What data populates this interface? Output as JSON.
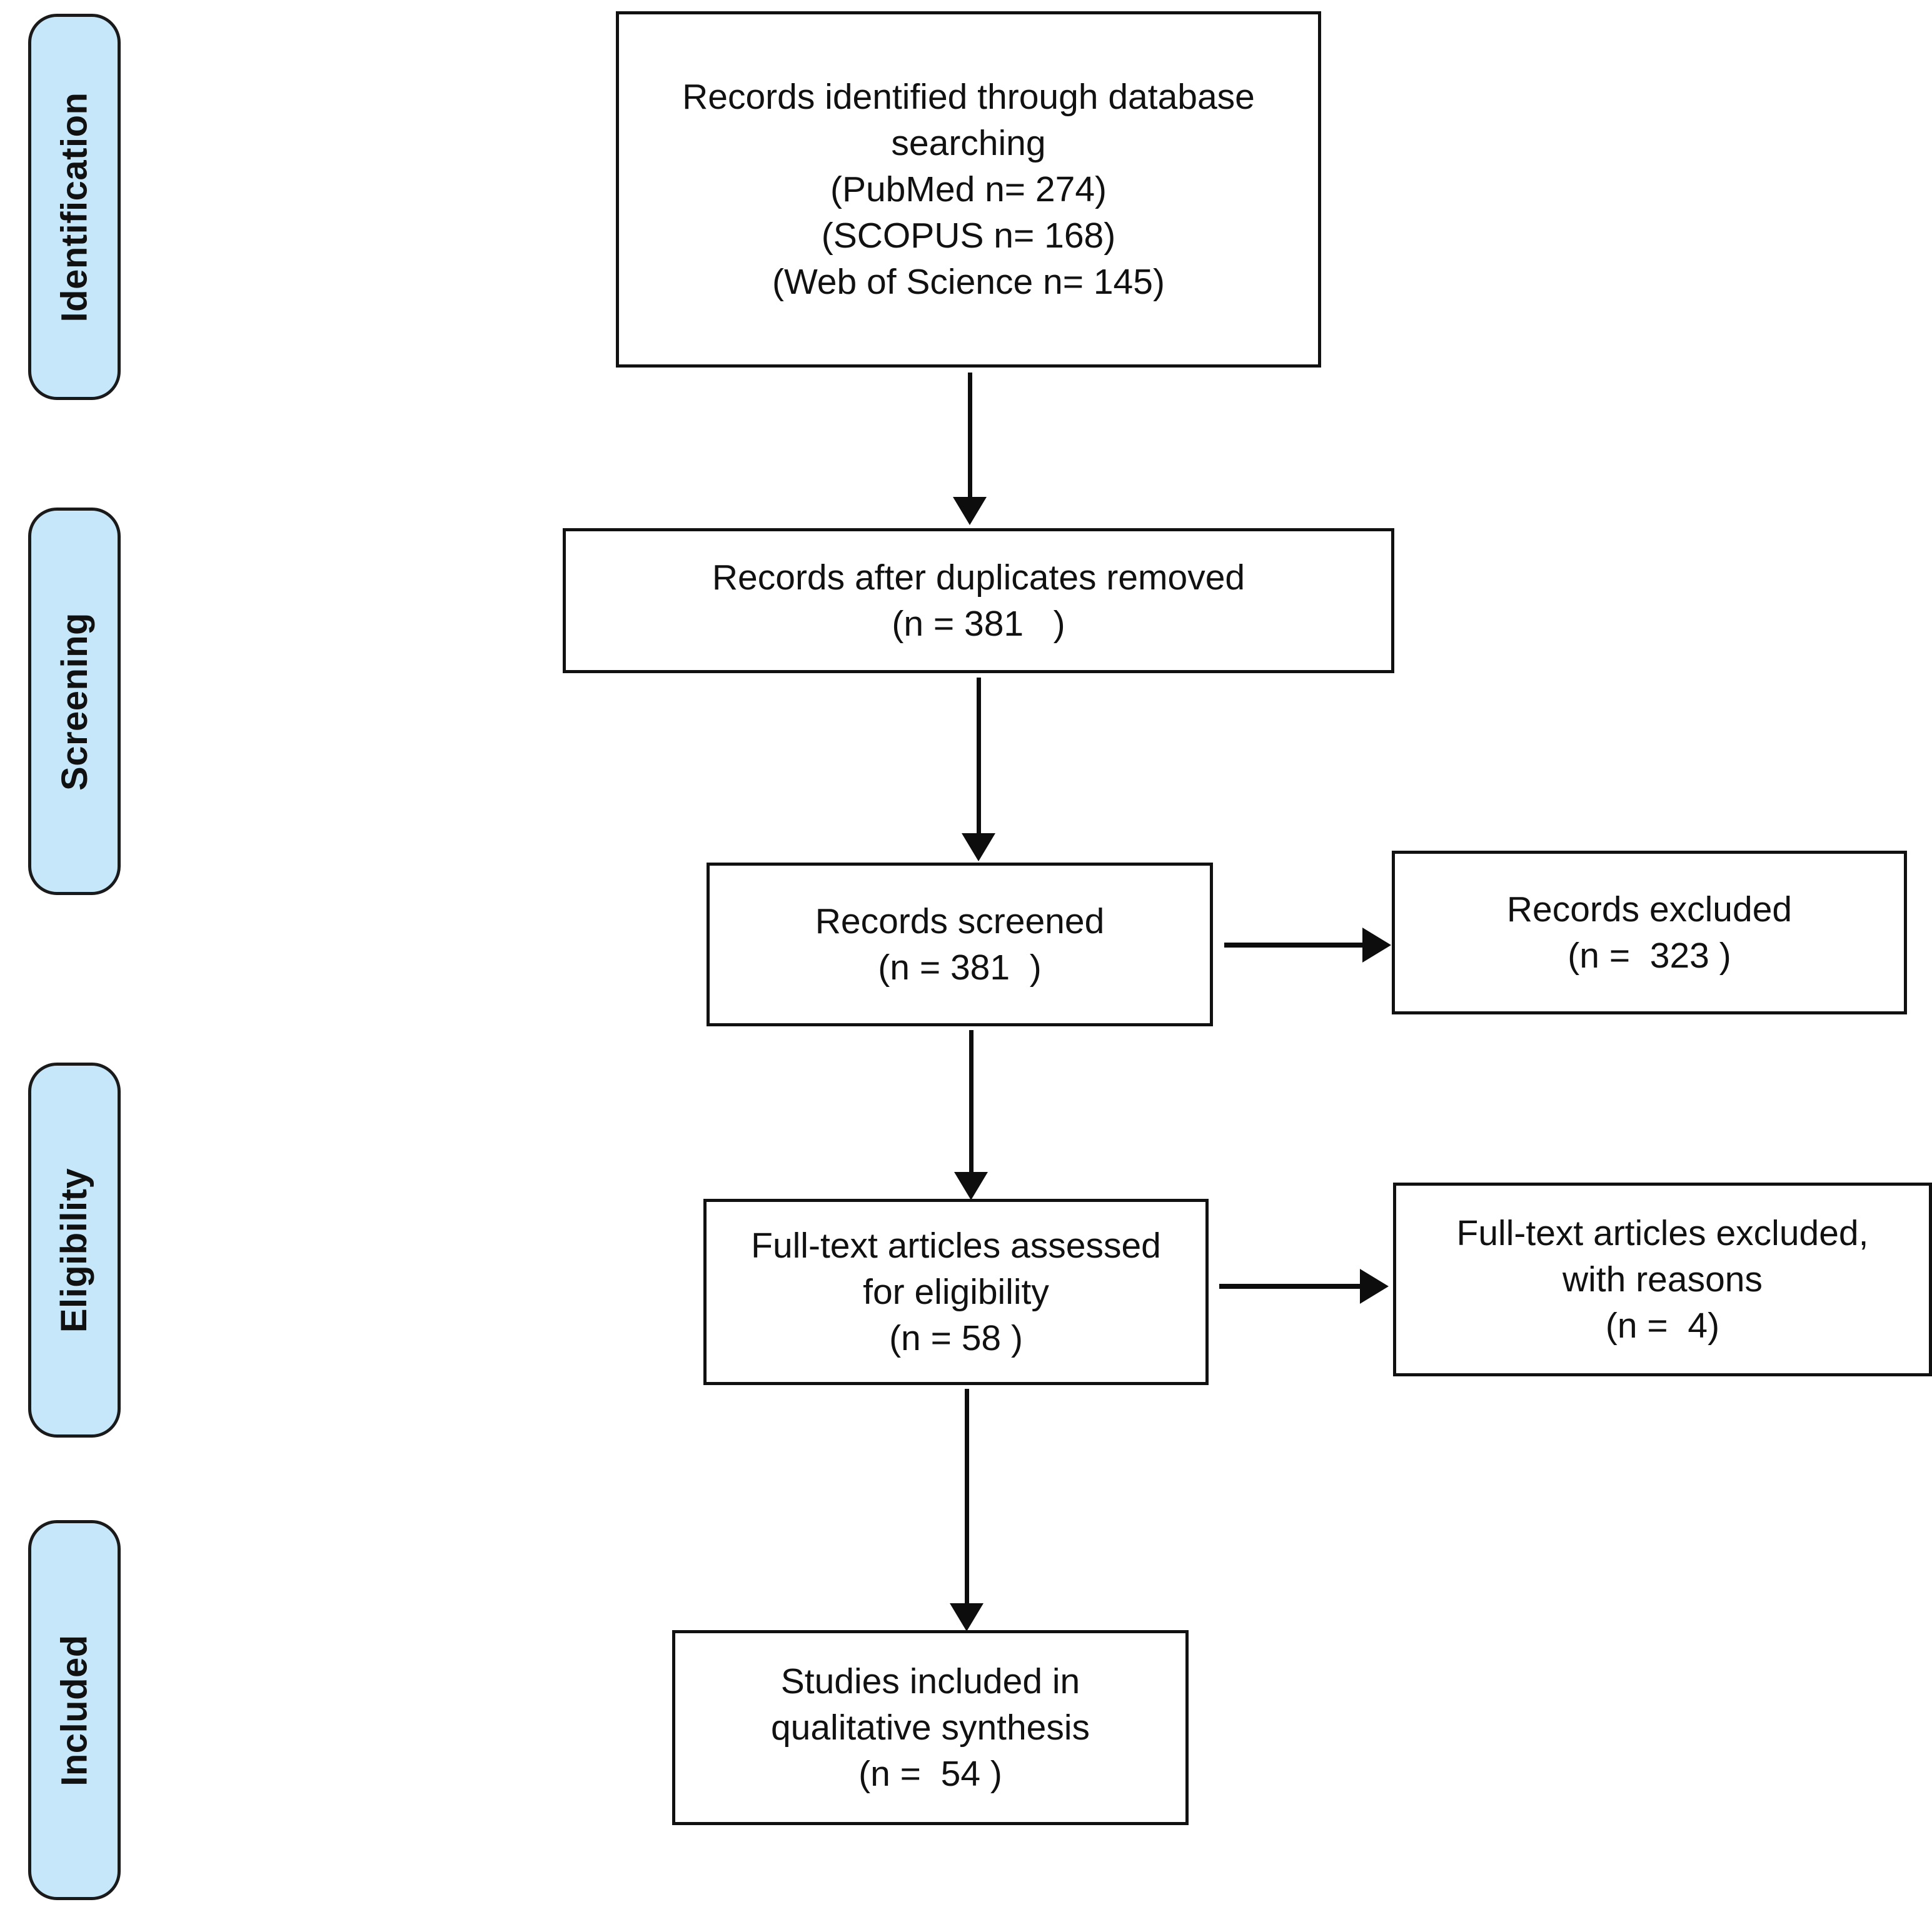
{
  "diagram": {
    "title": "PRISMA flow diagram",
    "accent_color": "#c5e7f9",
    "border_color": "#111111",
    "arrow_color": "#0d0d0d",
    "background_color": "#ffffff"
  },
  "stages": [
    {
      "id": "identification",
      "label": "Identification"
    },
    {
      "id": "screening",
      "label": "Screening"
    },
    {
      "id": "eligibility",
      "label": "Eligibility"
    },
    {
      "id": "included",
      "label": "Included"
    }
  ],
  "boxes": {
    "identified": {
      "lines": [
        "Records identified through database",
        "searching",
        "(PubMed n= 274)",
        "(SCOPUS n= 168)",
        "(Web of Science n= 145)"
      ]
    },
    "after_duplicates": {
      "lines": [
        "Records after duplicates removed",
        "(n = 381   )"
      ]
    },
    "screened": {
      "lines": [
        "Records screened",
        "(n = 381  )"
      ]
    },
    "records_excluded": {
      "lines": [
        "Records excluded",
        "(n =  323 )"
      ]
    },
    "fulltext_assessed": {
      "lines": [
        "Full-text articles assessed",
        "for eligibility",
        "(n = 58 )"
      ]
    },
    "fulltext_excluded": {
      "lines": [
        "Full-text articles excluded,",
        "with reasons",
        "(n =  4)"
      ]
    },
    "included_studies": {
      "lines": [
        "Studies included in",
        "qualitative synthesis",
        "(n =  54 )"
      ]
    }
  },
  "counts": {
    "pubmed": 274,
    "scopus": 168,
    "web_of_science": 145,
    "after_duplicates": 381,
    "screened": 381,
    "records_excluded": 323,
    "fulltext_assessed": 58,
    "fulltext_excluded": 4,
    "included_studies": 54
  },
  "arrows": [
    {
      "id": "identified-to-duplicates",
      "direction": "down"
    },
    {
      "id": "duplicates-to-screened",
      "direction": "down"
    },
    {
      "id": "screened-to-excluded",
      "direction": "right"
    },
    {
      "id": "screened-to-fulltext",
      "direction": "down"
    },
    {
      "id": "fulltext-to-excluded",
      "direction": "right"
    },
    {
      "id": "fulltext-to-included",
      "direction": "down"
    }
  ]
}
